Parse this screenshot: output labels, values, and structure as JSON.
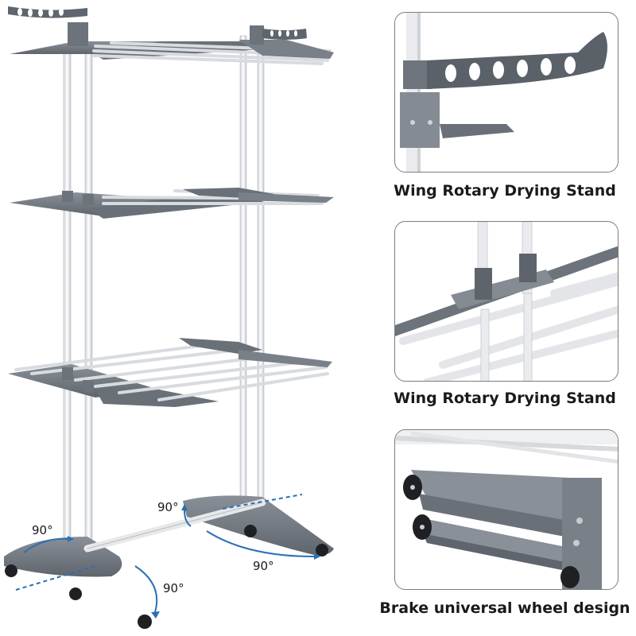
{
  "product": {
    "main_view": {
      "description_icon": "drying-rack-icon",
      "rotation_labels": [
        "90°",
        "90°",
        "90°",
        "90°"
      ]
    },
    "panels": [
      {
        "caption": "Wing Rotary Drying Stand",
        "icon": "hanger-wing-icon"
      },
      {
        "caption": "Wing Rotary Drying Stand",
        "icon": "rotary-joint-icon"
      },
      {
        "caption": "Brake universal wheel design",
        "icon": "caster-wheel-icon"
      }
    ],
    "colors": {
      "frame_gray": "#7a7f86",
      "frame_dark": "#5e636a",
      "rail_white": "#eef0f2",
      "accent_blue": "#2a6fb3"
    }
  }
}
